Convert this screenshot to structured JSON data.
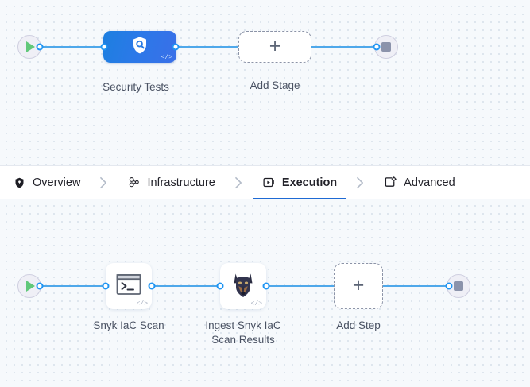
{
  "stage_canvas": {
    "start_node": {
      "icon": "play-icon",
      "title": "Pipeline Start"
    },
    "end_node": {
      "icon": "stop-icon",
      "title": "Pipeline End"
    },
    "nodes": [
      {
        "id": "security-tests",
        "label": "Security Tests",
        "icon": "shield-search-icon",
        "badge": "</>",
        "type": "stage"
      },
      {
        "id": "add-stage",
        "label": "Add Stage",
        "icon": "plus-icon",
        "type": "add"
      }
    ]
  },
  "tabbar": {
    "tabs": [
      {
        "id": "overview",
        "label": "Overview",
        "icon": "shield-icon",
        "active": false
      },
      {
        "id": "infrastructure",
        "label": "Infrastructure",
        "icon": "nodes-cluster-icon",
        "active": false
      },
      {
        "id": "execution",
        "label": "Execution",
        "icon": "play-box-icon",
        "active": true
      },
      {
        "id": "advanced",
        "label": "Advanced",
        "icon": "settings-box-icon",
        "active": false
      }
    ],
    "separator_icon": "chevron-right-icon",
    "active_underline_color": "#1e6ad4"
  },
  "step_canvas": {
    "start_node": {
      "icon": "play-icon",
      "title": "Execution Start"
    },
    "end_node": {
      "icon": "stop-icon",
      "title": "Execution End"
    },
    "nodes": [
      {
        "id": "snyk-iac-scan",
        "label": "Snyk IaC Scan",
        "icon": "terminal-icon",
        "badge": "</>",
        "type": "step"
      },
      {
        "id": "ingest-snyk-iac-scan-results",
        "label": "Ingest Snyk IaC\nScan Results",
        "icon": "doberman-icon",
        "badge": "</>",
        "type": "step"
      },
      {
        "id": "add-step",
        "label": "Add Step",
        "icon": "plus-icon",
        "type": "add"
      }
    ]
  },
  "colors": {
    "canvas_background": "#f6f9fc",
    "grid_dot": "#d9e2ec",
    "connector": "#4fa8ea",
    "connector_dot": "#2196f3",
    "node_blue_start": "#1d7fe0",
    "node_blue_end": "#3a6fe8",
    "label_text": "#4a5263",
    "accent": "#1e6ad4"
  }
}
